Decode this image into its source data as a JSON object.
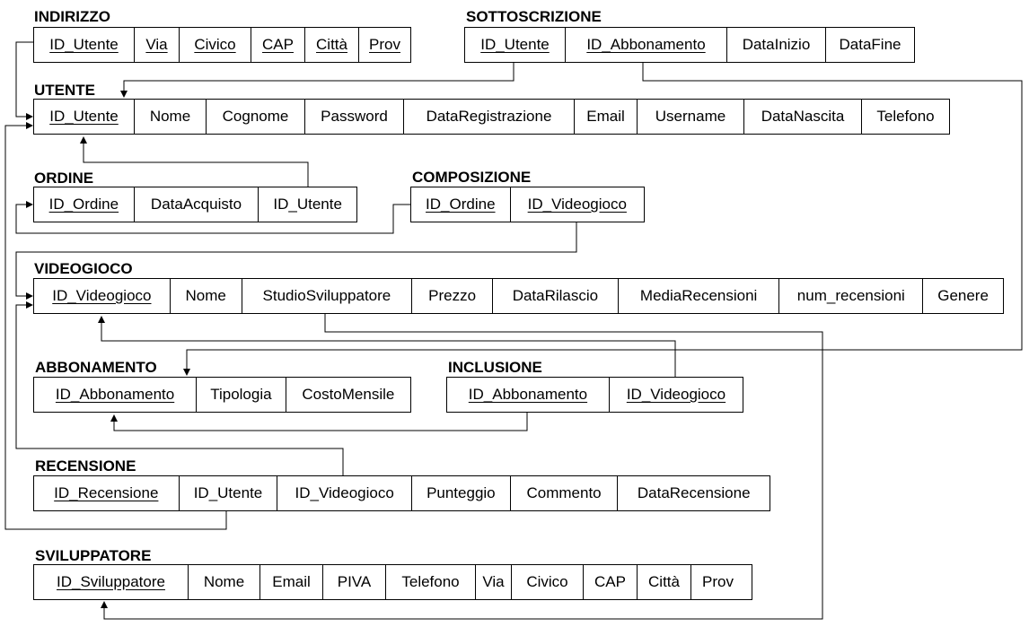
{
  "diagram": {
    "entities": [
      {
        "id": "indirizzo",
        "title": "INDIRIZZO",
        "attributes": [
          {
            "name": "ID_Utente",
            "pk": true
          },
          {
            "name": "Via",
            "pk": true
          },
          {
            "name": "Civico",
            "pk": true
          },
          {
            "name": "CAP",
            "pk": true
          },
          {
            "name": "Città",
            "pk": true
          },
          {
            "name": "Prov",
            "pk": true
          }
        ]
      },
      {
        "id": "sottoscrizione",
        "title": "SOTTOSCRIZIONE",
        "attributes": [
          {
            "name": "ID_Utente",
            "pk": true
          },
          {
            "name": "ID_Abbonamento",
            "pk": true
          },
          {
            "name": "DataInizio",
            "pk": false
          },
          {
            "name": "DataFine",
            "pk": false
          }
        ]
      },
      {
        "id": "utente",
        "title": "UTENTE",
        "attributes": [
          {
            "name": "ID_Utente",
            "pk": true
          },
          {
            "name": "Nome",
            "pk": false
          },
          {
            "name": "Cognome",
            "pk": false
          },
          {
            "name": "Password",
            "pk": false
          },
          {
            "name": "DataRegistrazione",
            "pk": false
          },
          {
            "name": "Email",
            "pk": false
          },
          {
            "name": "Username",
            "pk": false
          },
          {
            "name": "DataNascita",
            "pk": false
          },
          {
            "name": "Telefono",
            "pk": false
          }
        ]
      },
      {
        "id": "ordine",
        "title": "ORDINE",
        "attributes": [
          {
            "name": "ID_Ordine",
            "pk": true
          },
          {
            "name": "DataAcquisto",
            "pk": false
          },
          {
            "name": "ID_Utente",
            "pk": false
          }
        ]
      },
      {
        "id": "composizione",
        "title": "COMPOSIZIONE",
        "attributes": [
          {
            "name": "ID_Ordine",
            "pk": true
          },
          {
            "name": "ID_Videogioco",
            "pk": true
          }
        ]
      },
      {
        "id": "videogioco",
        "title": "VIDEOGIOCO",
        "attributes": [
          {
            "name": "ID_Videogioco",
            "pk": true
          },
          {
            "name": "Nome",
            "pk": false
          },
          {
            "name": "StudioSviluppatore",
            "pk": false
          },
          {
            "name": "Prezzo",
            "pk": false
          },
          {
            "name": "DataRilascio",
            "pk": false
          },
          {
            "name": "MediaRecensioni",
            "pk": false
          },
          {
            "name": "num_recensioni",
            "pk": false
          },
          {
            "name": "Genere",
            "pk": false
          }
        ]
      },
      {
        "id": "abbonamento",
        "title": "ABBONAMENTO",
        "attributes": [
          {
            "name": "ID_Abbonamento",
            "pk": true
          },
          {
            "name": "Tipologia",
            "pk": false
          },
          {
            "name": "CostoMensile",
            "pk": false
          }
        ]
      },
      {
        "id": "inclusione",
        "title": "INCLUSIONE",
        "attributes": [
          {
            "name": "ID_Abbonamento",
            "pk": true
          },
          {
            "name": "ID_Videogioco",
            "pk": true
          }
        ]
      },
      {
        "id": "recensione",
        "title": "RECENSIONE",
        "attributes": [
          {
            "name": "ID_Recensione",
            "pk": true
          },
          {
            "name": "ID_Utente",
            "pk": false
          },
          {
            "name": "ID_Videogioco",
            "pk": false
          },
          {
            "name": "Punteggio",
            "pk": false
          },
          {
            "name": "Commento",
            "pk": false
          },
          {
            "name": "DataRecensione",
            "pk": false
          }
        ]
      },
      {
        "id": "sviluppatore",
        "title": "SVILUPPATORE",
        "attributes": [
          {
            "name": "ID_Sviluppatore",
            "pk": true
          },
          {
            "name": "Nome",
            "pk": false
          },
          {
            "name": "Email",
            "pk": false
          },
          {
            "name": "PIVA",
            "pk": false
          },
          {
            "name": "Telefono",
            "pk": false
          },
          {
            "name": "Via",
            "pk": false
          },
          {
            "name": "Civico",
            "pk": false
          },
          {
            "name": "CAP",
            "pk": false
          },
          {
            "name": "Città",
            "pk": false
          },
          {
            "name": "Prov",
            "pk": false
          }
        ]
      }
    ],
    "relationships": [
      {
        "from": "indirizzo.ID_Utente",
        "to": "utente.ID_Utente"
      },
      {
        "from": "sottoscrizione.ID_Utente",
        "to": "utente.ID_Utente"
      },
      {
        "from": "sottoscrizione.ID_Abbonamento",
        "to": "abbonamento.ID_Abbonamento"
      },
      {
        "from": "ordine.ID_Utente",
        "to": "utente.ID_Utente"
      },
      {
        "from": "composizione.ID_Ordine",
        "to": "ordine.ID_Ordine"
      },
      {
        "from": "composizione.ID_Videogioco",
        "to": "videogioco.ID_Videogioco"
      },
      {
        "from": "inclusione.ID_Videogioco",
        "to": "videogioco.ID_Videogioco"
      },
      {
        "from": "inclusione.ID_Abbonamento",
        "to": "abbonamento.ID_Abbonamento"
      },
      {
        "from": "recensione.ID_Videogioco",
        "to": "videogioco.ID_Videogioco"
      },
      {
        "from": "recensione.ID_Utente",
        "to": "utente.ID_Utente"
      },
      {
        "from": "videogioco.StudioSviluppatore",
        "to": "sviluppatore.ID_Sviluppatore"
      }
    ]
  }
}
